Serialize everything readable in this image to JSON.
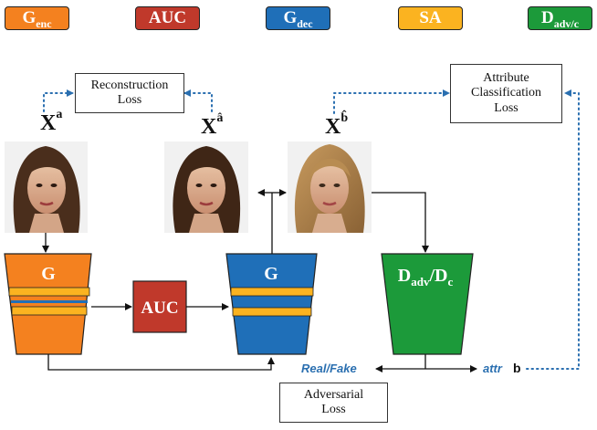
{
  "legend": [
    {
      "id": "genc",
      "main": "G",
      "sub": "enc",
      "color": "#f4811f"
    },
    {
      "id": "auc",
      "main": "AUC",
      "sub": "",
      "color": "#c0392b"
    },
    {
      "id": "gdec",
      "main": "G",
      "sub": "dec",
      "color": "#1f6fb8"
    },
    {
      "id": "sa",
      "main": "SA",
      "sub": "",
      "color": "#fbb320"
    },
    {
      "id": "dadv",
      "main": "D",
      "sub": "adv/c",
      "color": "#1c9a3a"
    }
  ],
  "boxes": {
    "reconstruction_loss": [
      "Reconstruction",
      "Loss"
    ],
    "attribute_loss": [
      "Attribute",
      "Classification",
      "Loss"
    ],
    "adversarial_loss": [
      "Adversarial",
      "Loss"
    ]
  },
  "labels": {
    "x_a": {
      "main": "X",
      "sup": "a"
    },
    "x_a_hat": {
      "main": "X",
      "sup": "â"
    },
    "x_b_hat": {
      "main": "X",
      "sup": "b̂"
    }
  },
  "blocks": {
    "encoder": "G",
    "auc": "AUC",
    "decoder": "G",
    "disc_main": "D",
    "disc_sub1": "adv",
    "disc_slash": "/D",
    "disc_sub2": "c"
  },
  "captions": {
    "real_fake": "Real/Fake",
    "attr": "attr",
    "attr_b": "b"
  }
}
